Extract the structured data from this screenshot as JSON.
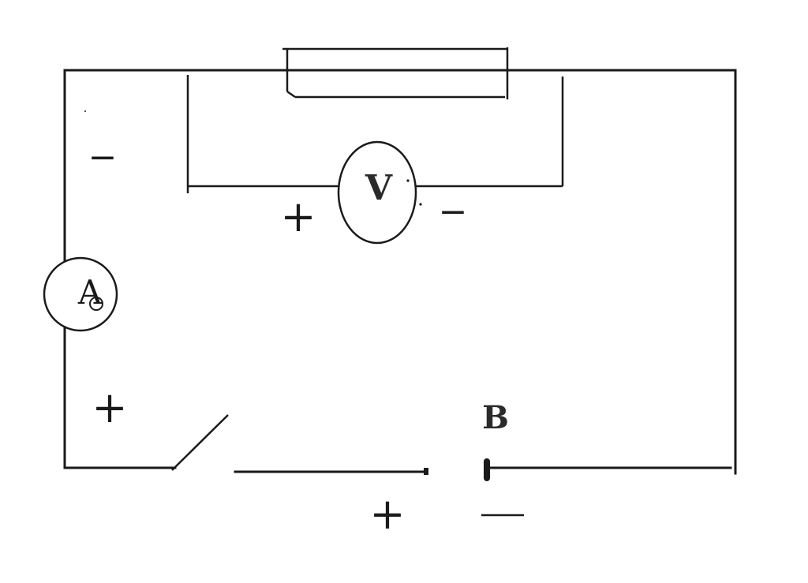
{
  "labels": {
    "ammeter": "A",
    "voltmeter": "V",
    "battery": "B"
  },
  "polarity": {
    "plus": "+",
    "minus": "−"
  }
}
